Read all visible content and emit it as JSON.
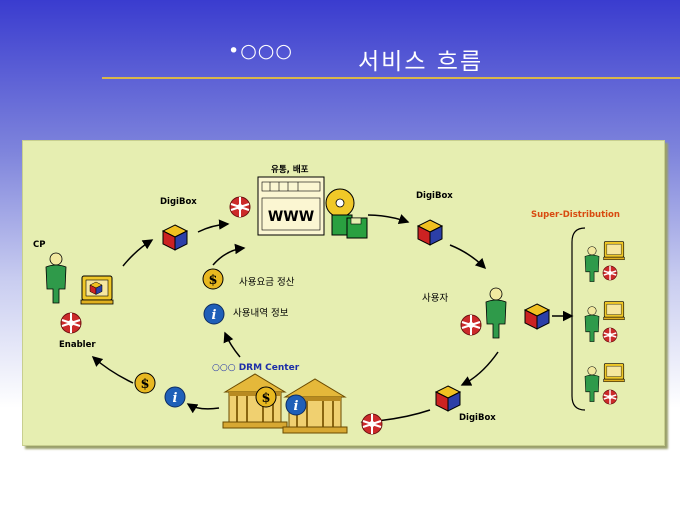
{
  "header": {
    "title_prefix": "•○○○",
    "title": "서비스 흐름"
  },
  "diagram": {
    "cp_label": "CP",
    "enabler_label": "Enabler",
    "digibox_left_label": "DigiBox",
    "distribution_label": "유통, 배포",
    "www_text": "WWW",
    "digibox_right_label": "DigiBox",
    "user_label": "사용자",
    "digibox_bottom_label": "DigiBox",
    "drm_center_label": "○○○ DRM Center",
    "payment_label": "사용요금 정산",
    "usage_info_label": "사용내역 정보",
    "super_distribution_label": "Super-Distribution",
    "dollar_symbol": "$",
    "info_symbol": "i"
  },
  "colors": {
    "panel_background": "#e6eeb1",
    "drm_text": "#1d2ea8",
    "super_distribution_text": "#d84a10",
    "title_rule": "#d9b64a"
  }
}
